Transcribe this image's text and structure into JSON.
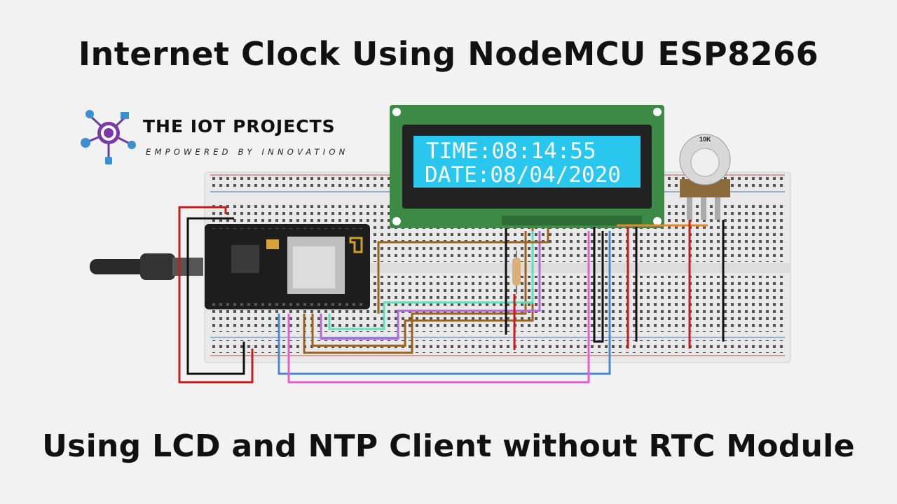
{
  "header": {
    "title": "Internet Clock Using NodeMCU ESP8266"
  },
  "logo": {
    "name": "THE IOT PROJECTS",
    "tagline": "EMPOWERED BY INNOVATION",
    "icon": "iot-hub-icon"
  },
  "lcd": {
    "line1": "TIME:08:14:55",
    "line2": "DATE:08/04/2020"
  },
  "potentiometer": {
    "label": "10K"
  },
  "footer": {
    "title": "Using LCD and NTP Client without RTC Module"
  },
  "colors": {
    "lcd_board": "#3c8a45",
    "lcd_screen": "#29c6ee",
    "breadboard": "#e9e9e9",
    "wire_red": "#c51d1d",
    "wire_black": "#111111",
    "wire_brown": "#9a6420",
    "wire_teal": "#5ee0b8",
    "wire_purple": "#b46bd6",
    "wire_blue": "#4a8ad1",
    "wire_pink": "#e060d0",
    "wire_orange": "#e5892b"
  }
}
